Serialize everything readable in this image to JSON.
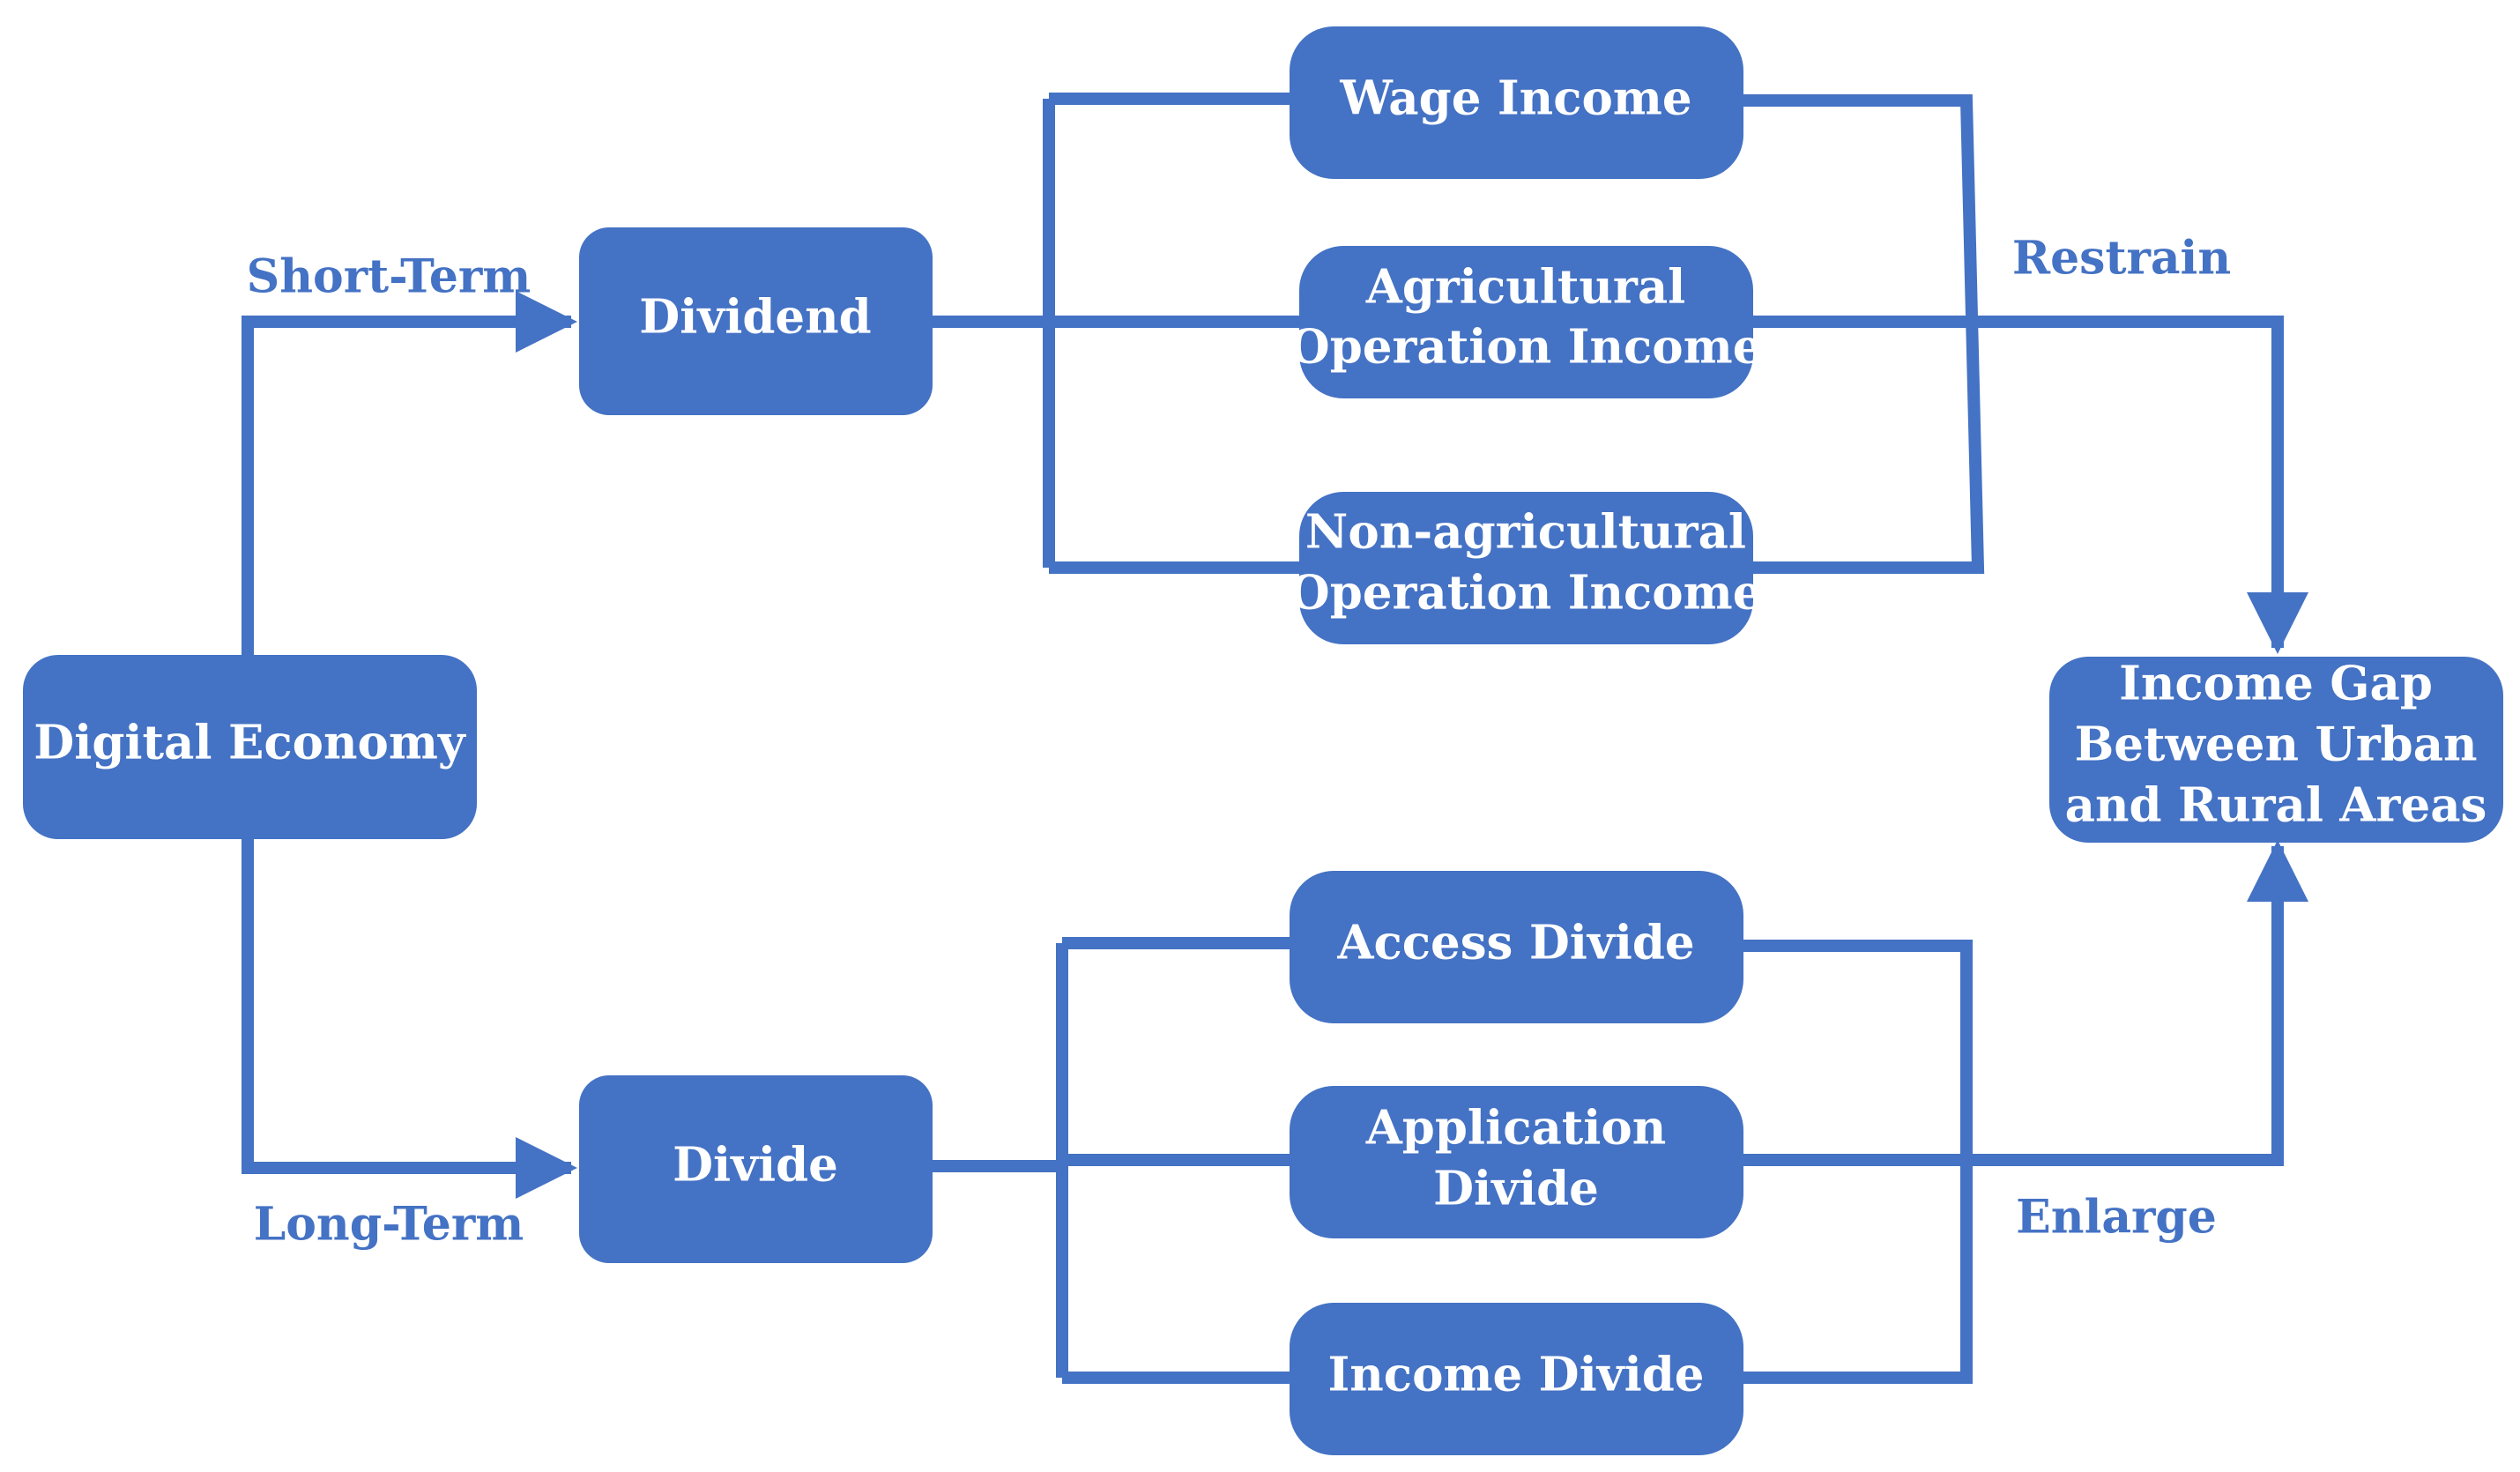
{
  "colors": {
    "box": "#4472C4",
    "line": "#4472C4",
    "label": "#4472C4",
    "text": "#FFFFFF"
  },
  "nodes": {
    "digital_economy": "Digital Economy",
    "dividend": "Dividend",
    "divide": "Divide",
    "wage_income": "Wage Income",
    "agricultural_income": [
      "Agricultural",
      "Operation Income"
    ],
    "non_agricultural_income": [
      "Non-agricultural",
      "Operation Income"
    ],
    "access_divide": "Access Divide",
    "application_divide": [
      "Application",
      "Divide"
    ],
    "income_divide": "Income Divide",
    "income_gap": [
      "Income Gap",
      "Between Urban",
      "and Rural Areas"
    ]
  },
  "labels": {
    "short_term": "Short-Term",
    "long_term": "Long-Term",
    "restrain": "Restrain",
    "enlarge": "Enlarge"
  }
}
